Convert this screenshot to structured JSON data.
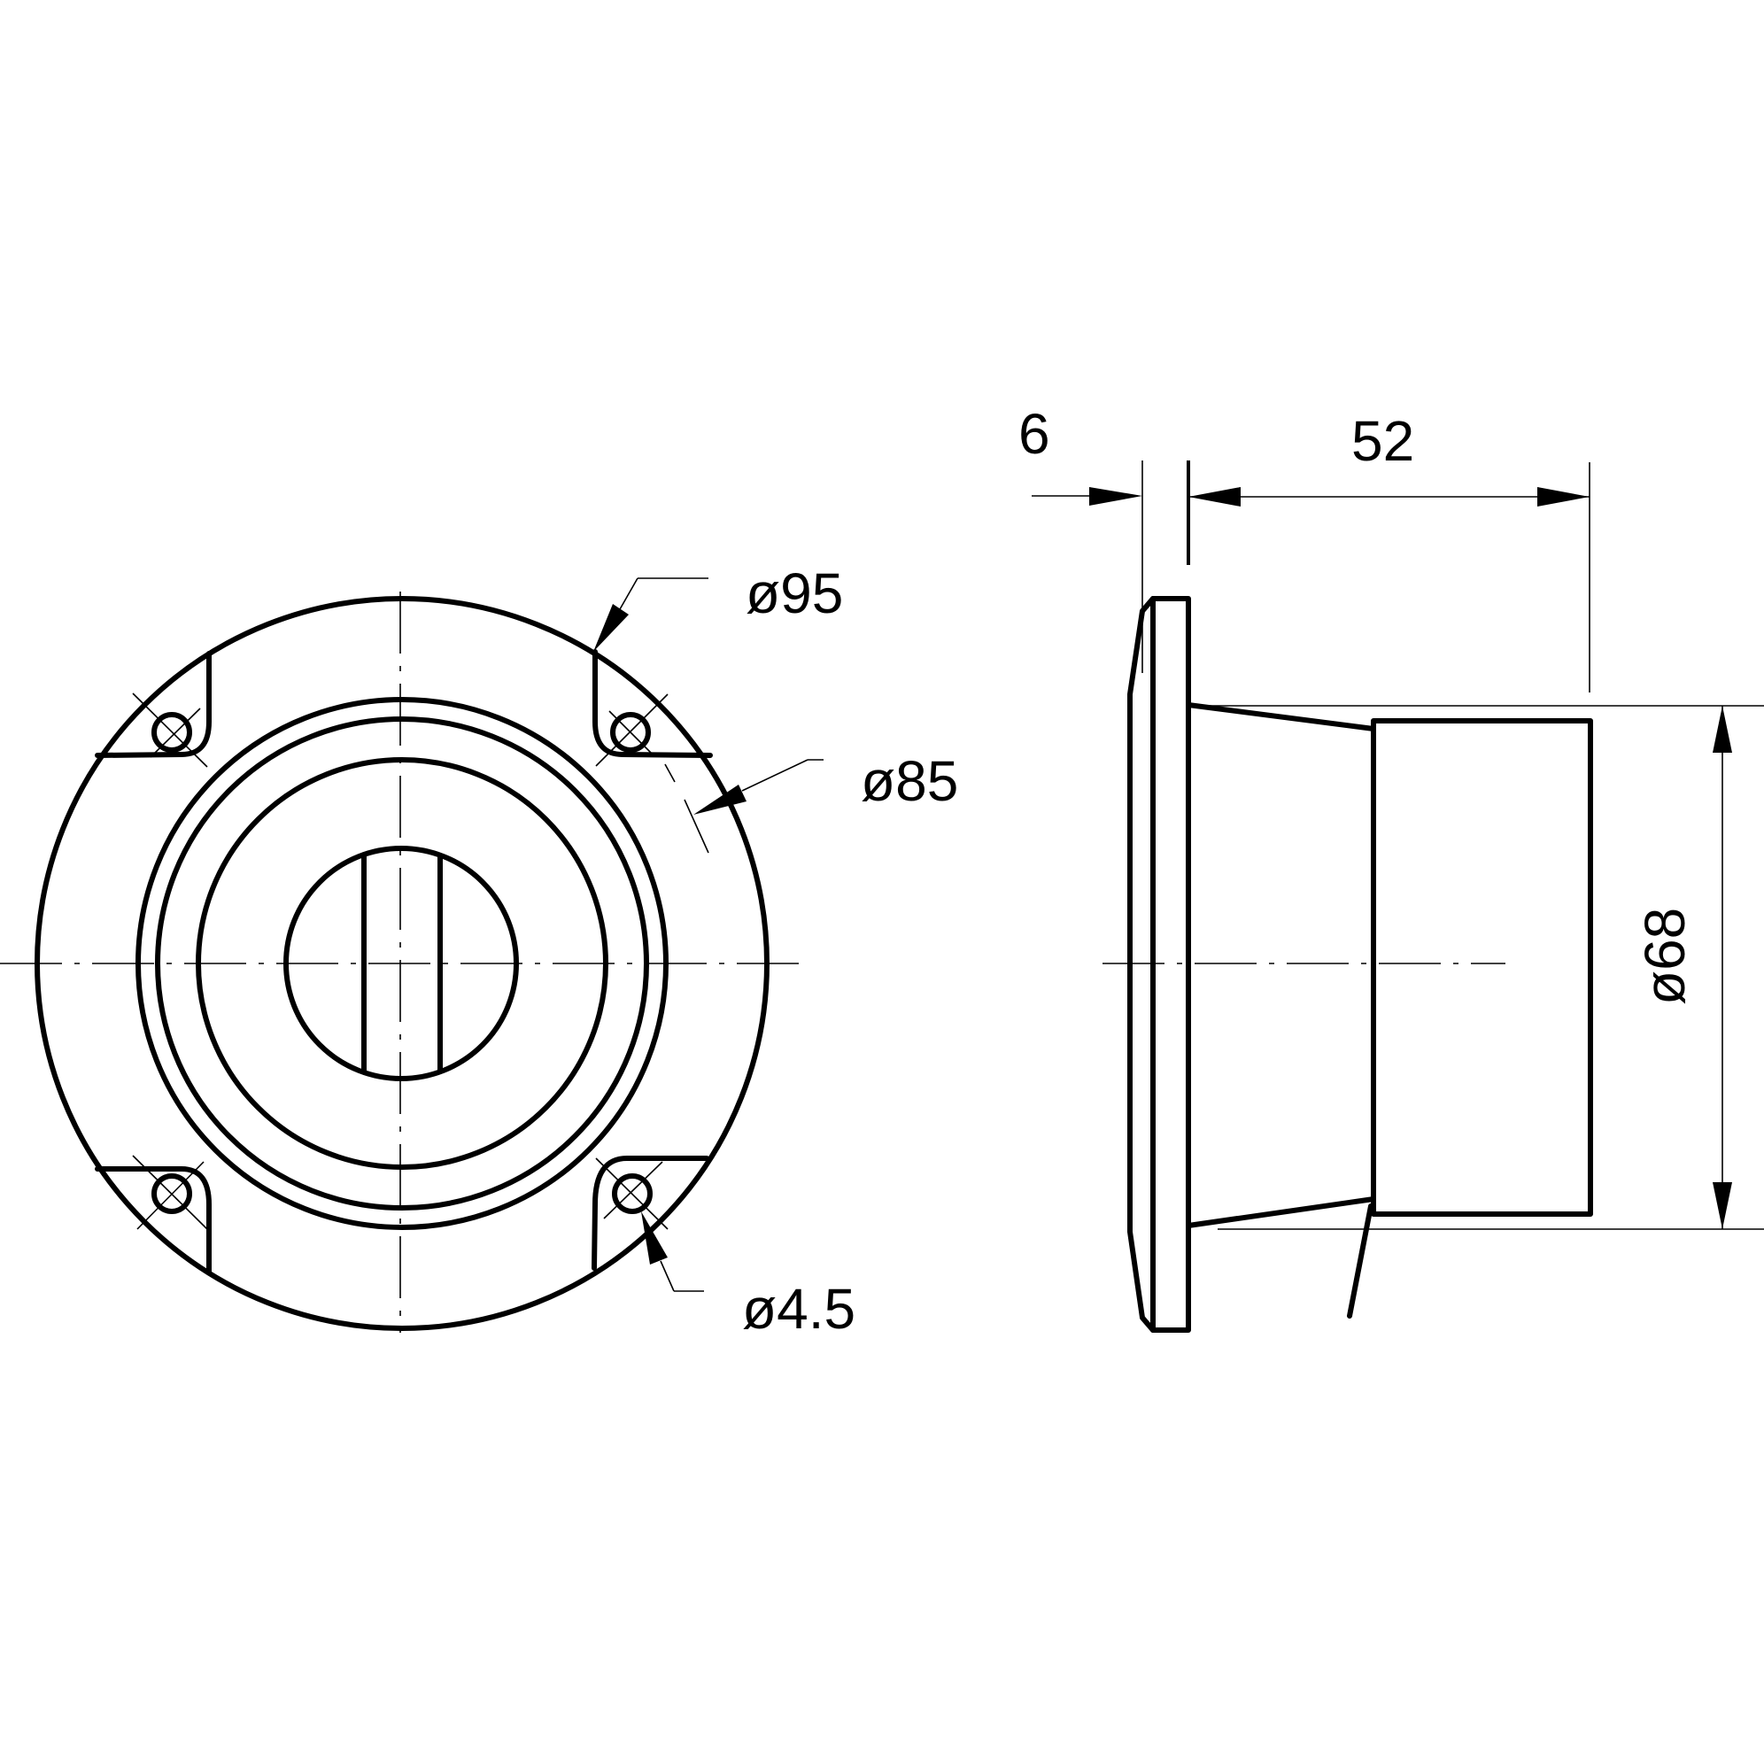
{
  "drawing": {
    "type": "technical-drawing",
    "views": [
      "front-view",
      "side-view"
    ],
    "colors": {
      "line": "#000000",
      "background": "#ffffff"
    }
  },
  "front_view": {
    "dimensions": {
      "outer_diameter": "ø95",
      "bolt_circle_diameter": "ø85",
      "hole_diameter": "ø4.5"
    },
    "mounting_holes": 4
  },
  "side_view": {
    "dimensions": {
      "flange_thickness": "6",
      "depth": "52",
      "body_diameter": "ø68"
    }
  }
}
